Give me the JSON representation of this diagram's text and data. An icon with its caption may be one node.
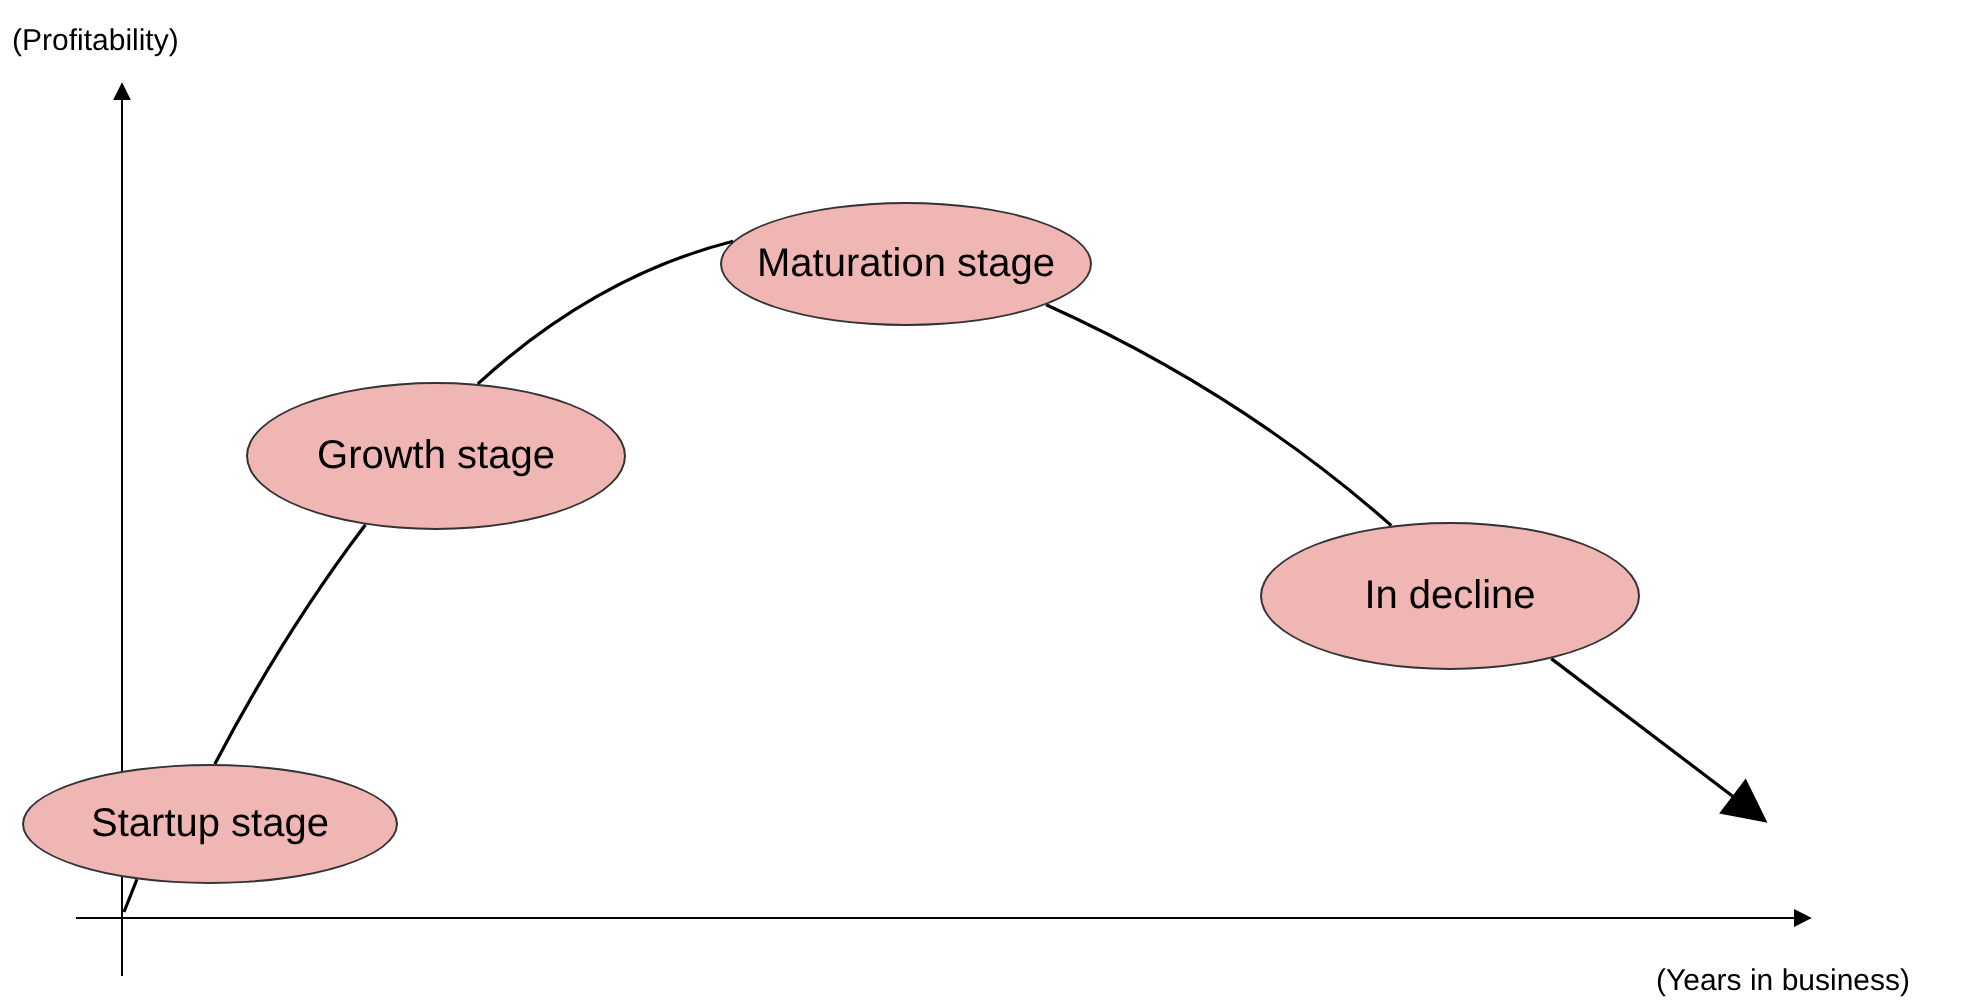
{
  "diagram": {
    "nodes": [
      {
        "text": [
          "Startup stage"
        ]
      },
      {
        "text": [
          "Growth stage"
        ]
      },
      {
        "text": [
          "Maturation stage"
        ]
      },
      {
        "text": [
          "In decline"
        ]
      }
    ],
    "edges": [
      {
        "from": null,
        "to": 0,
        "arrow": "none"
      },
      {
        "from": 0,
        "to": 1,
        "arrow": "none"
      },
      {
        "from": 1,
        "to": 2,
        "arrow": "none"
      },
      {
        "from": 2,
        "to": 3,
        "arrow": "none"
      },
      {
        "from": 3,
        "to": null,
        "arrow": "to"
      }
    ],
    "labels": [
      "(Profitability)",
      "(Years in business)"
    ]
  }
}
